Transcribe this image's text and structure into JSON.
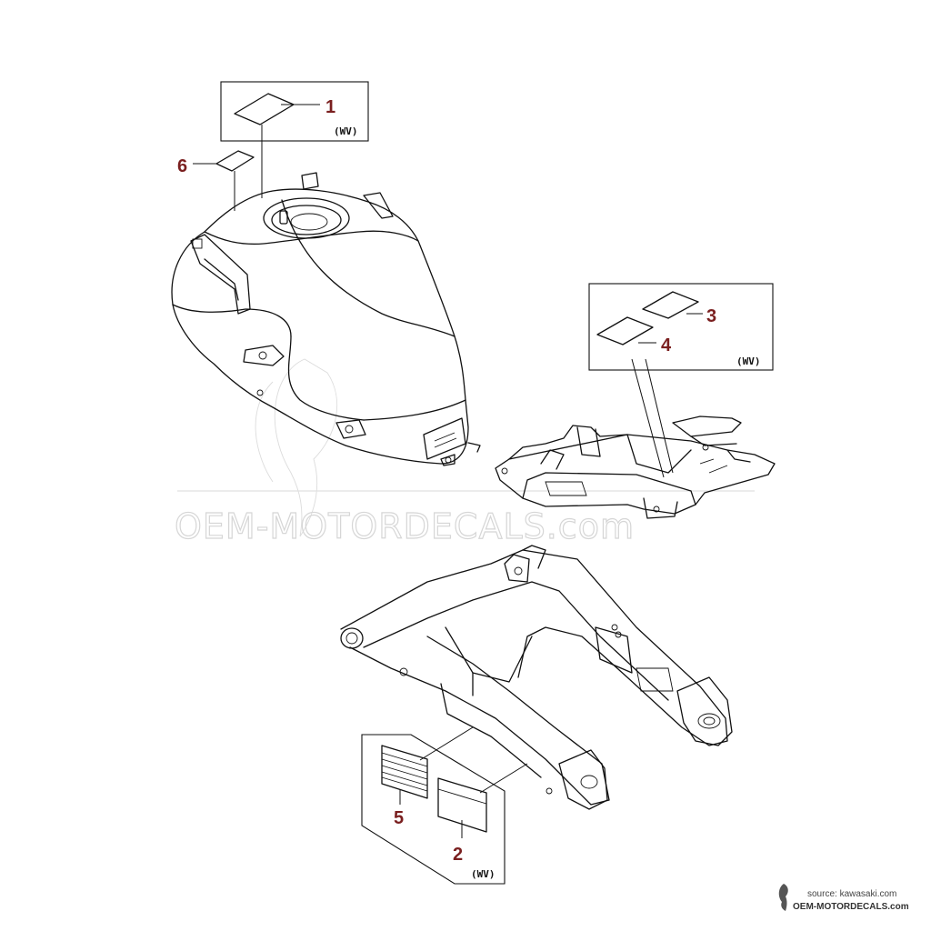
{
  "callouts": [
    {
      "id": "1",
      "label": "1"
    },
    {
      "id": "2",
      "label": "2"
    },
    {
      "id": "3",
      "label": "3"
    },
    {
      "id": "4",
      "label": "4"
    },
    {
      "id": "5",
      "label": "5"
    },
    {
      "id": "6",
      "label": "6"
    }
  ],
  "region_codes": {
    "box1": "(WV)",
    "box2": "(WV)",
    "box3": "(WV)"
  },
  "watermark": {
    "text": "OEM-MOTORDECALS.com"
  },
  "source": {
    "line1": "source: kawasaki.com",
    "line2": "OEM-MOTORDECALS.com"
  },
  "colors": {
    "callout": "#7a1f1f",
    "line": "#111111",
    "watermark": "#d6d6d6"
  }
}
